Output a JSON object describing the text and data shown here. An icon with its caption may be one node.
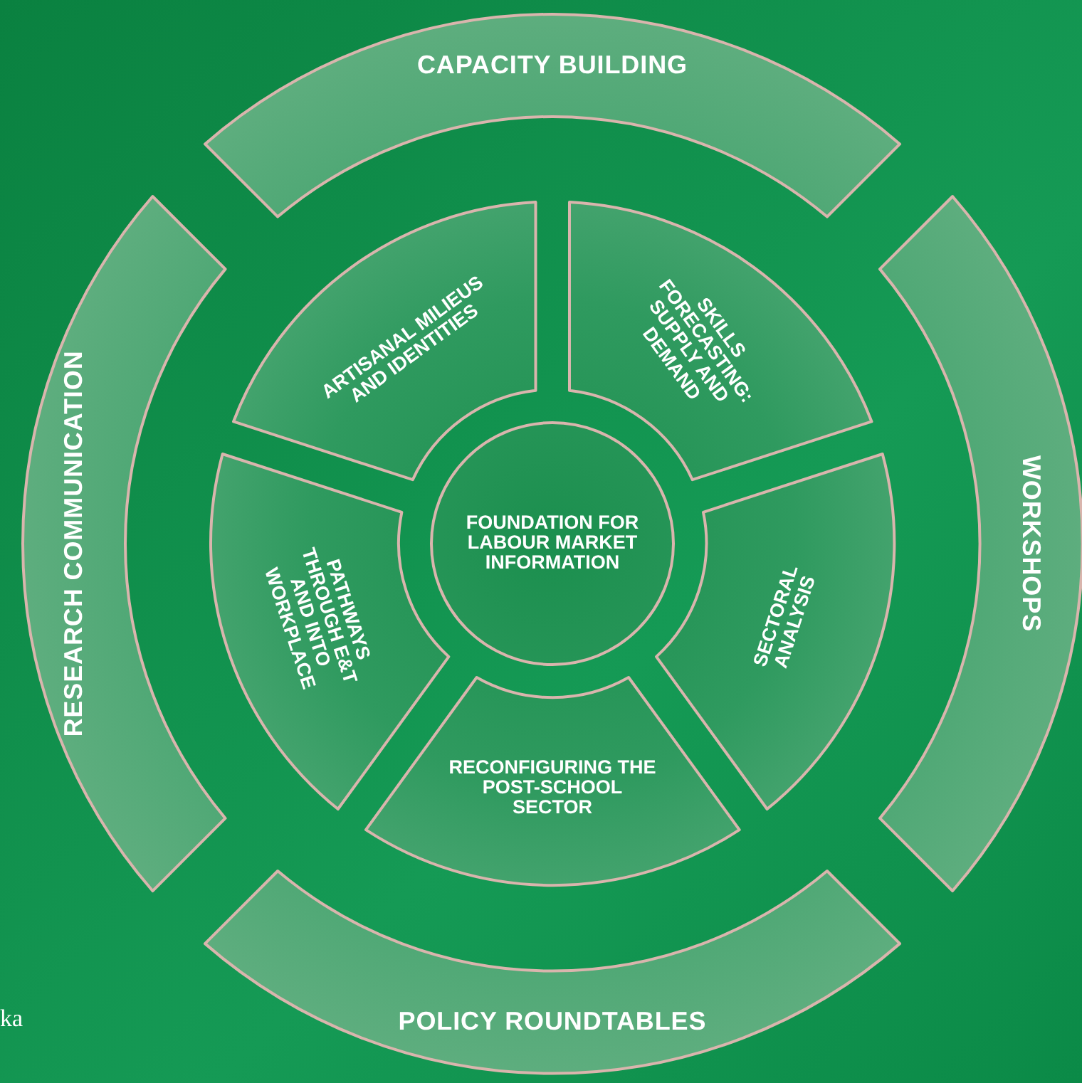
{
  "diagram": {
    "nodes": [
      {
        "text": [
          "CAPACITY BUILDING"
        ]
      },
      {
        "text": [
          "RESEARCH COMMUNICATION"
        ]
      },
      {
        "text": [
          "WORKSHOPS"
        ]
      },
      {
        "text": [
          "ARTISANAL MILIEUS AND IDENTITIES"
        ]
      },
      {
        "text": [
          "SKILLS FORECASTING: SUPPLY AND DEMAND"
        ]
      },
      {
        "text": [
          "FOUNDATION FOR LABOUR MARKET INFORMATION"
        ]
      },
      {
        "text": [
          "PATHWAYS THROUGH E&T AND INTO WORKPLACE"
        ]
      },
      {
        "text": [
          "SECTORAL ANALYSIS"
        ]
      },
      {
        "text": [
          "RECONFIGURING THE POST-SCHOOL SECTOR"
        ]
      },
      {
        "text": [
          "POLICY ROUNDTABLES"
        ]
      }
    ],
    "labels": [
      "ka"
    ]
  }
}
